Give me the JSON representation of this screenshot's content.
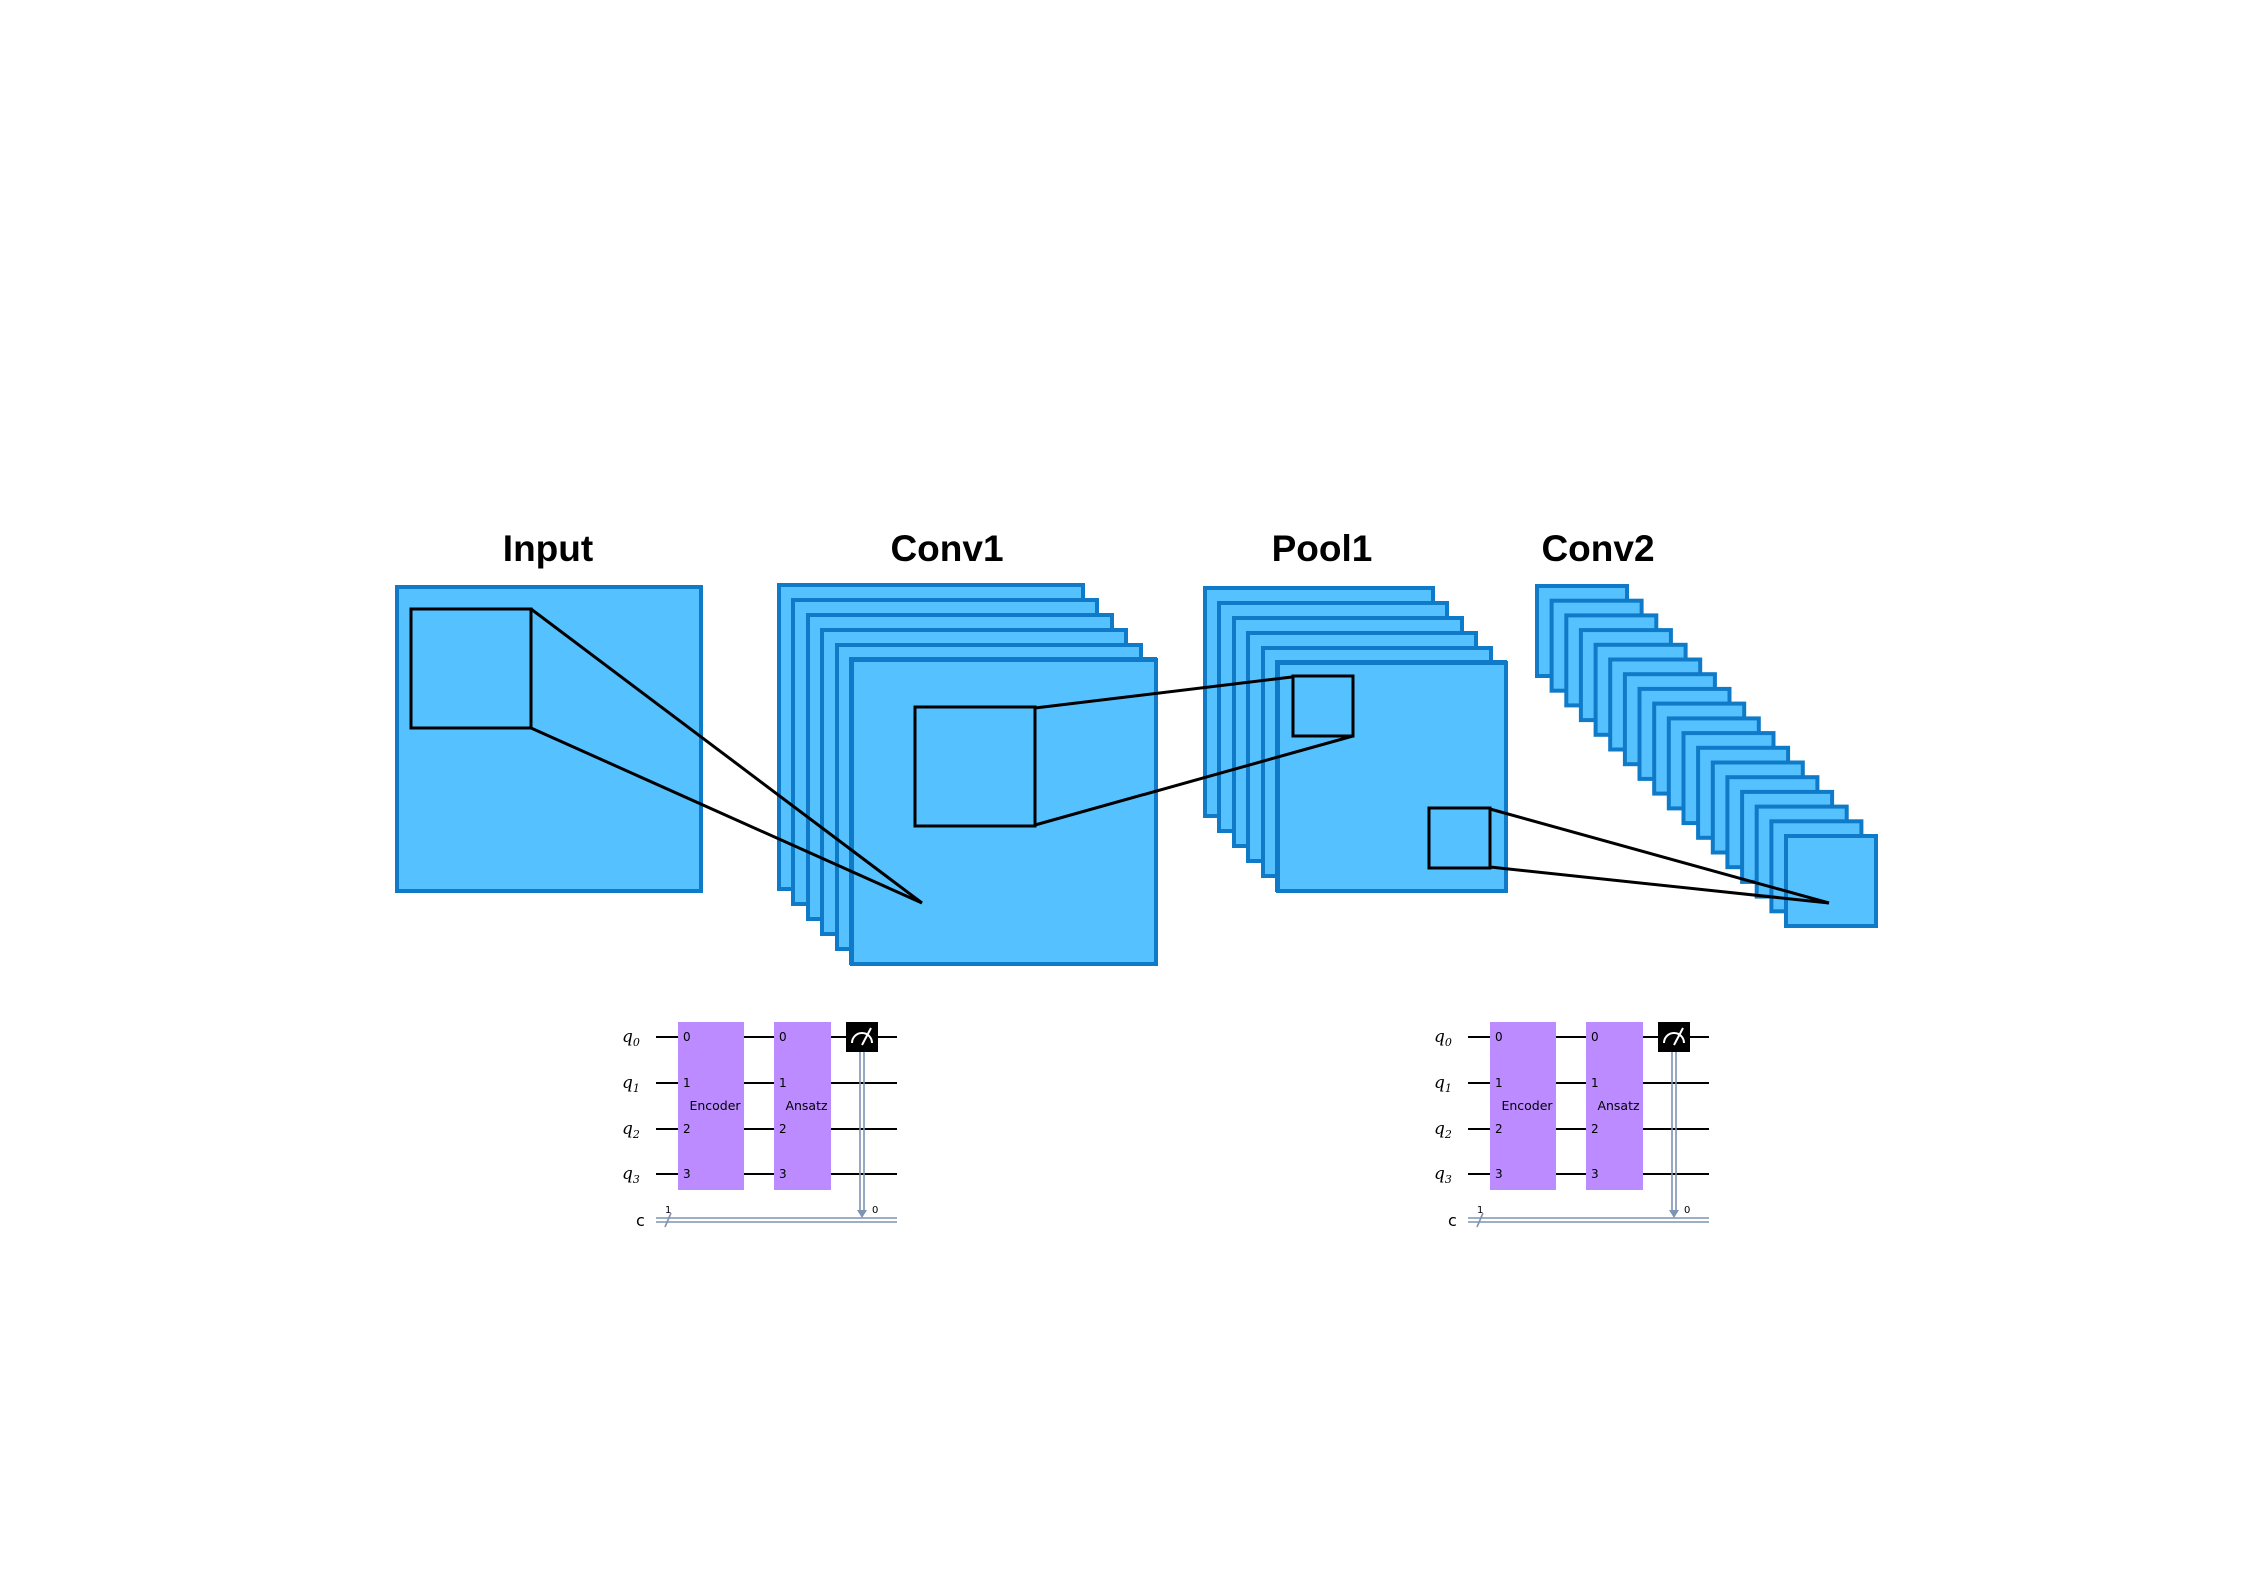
{
  "layers": [
    {
      "id": "input",
      "title": "Input"
    },
    {
      "id": "conv1",
      "title": "Conv1"
    },
    {
      "id": "pool1",
      "title": "Pool1"
    },
    {
      "id": "conv2",
      "title": "Conv2"
    }
  ],
  "circuits": [
    {
      "qubits": [
        {
          "label": "q",
          "sub": "0"
        },
        {
          "label": "q",
          "sub": "1"
        },
        {
          "label": "q",
          "sub": "2"
        },
        {
          "label": "q",
          "sub": "3"
        }
      ],
      "classical": {
        "label": "c",
        "width": "1",
        "bit": "0"
      },
      "gates": [
        {
          "label": "Encoder",
          "pins": [
            "0",
            "1",
            "2",
            "3"
          ]
        },
        {
          "label": "Ansatz",
          "pins": [
            "0",
            "1",
            "2",
            "3"
          ]
        }
      ],
      "measure_icon": "measure-meter-icon"
    },
    {
      "qubits": [
        {
          "label": "q",
          "sub": "0"
        },
        {
          "label": "q",
          "sub": "1"
        },
        {
          "label": "q",
          "sub": "2"
        },
        {
          "label": "q",
          "sub": "3"
        }
      ],
      "classical": {
        "label": "c",
        "width": "1",
        "bit": "0"
      },
      "gates": [
        {
          "label": "Encoder",
          "pins": [
            "0",
            "1",
            "2",
            "3"
          ]
        },
        {
          "label": "Ansatz",
          "pins": [
            "0",
            "1",
            "2",
            "3"
          ]
        }
      ],
      "measure_icon": "measure-meter-icon"
    }
  ],
  "colors": {
    "feature_map_fill": "#56c1ff",
    "feature_map_edge": "#0f7ac7",
    "gate": "#bb8bff",
    "classical_wire": "#7f93b2"
  }
}
